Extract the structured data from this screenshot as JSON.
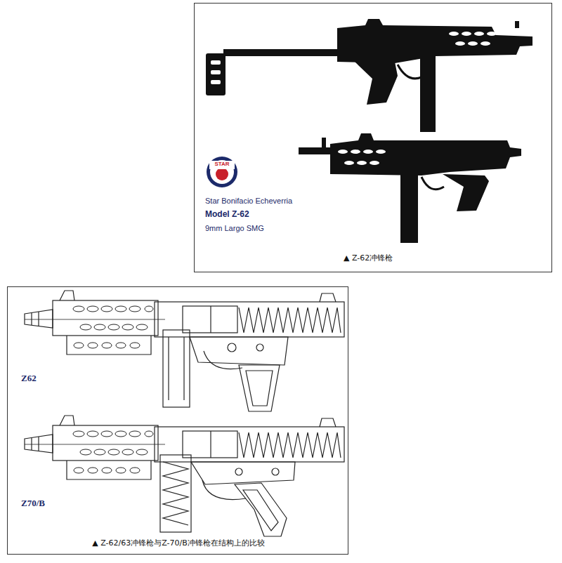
{
  "diagram": {
    "nodes": [
      {
        "text": [
          "▲ Z-62冲锋枪"
        ]
      },
      {
        "text": [
          "▲ Z-62/63冲锋枪与Z-70/B冲锋枪在结构上的比较"
        ]
      }
    ],
    "labels": [
      "STAR",
      "Star Bonifacio Echeverria",
      "Model Z-62",
      "9mm Largo SMG",
      "Z62",
      "Z70/B"
    ]
  }
}
